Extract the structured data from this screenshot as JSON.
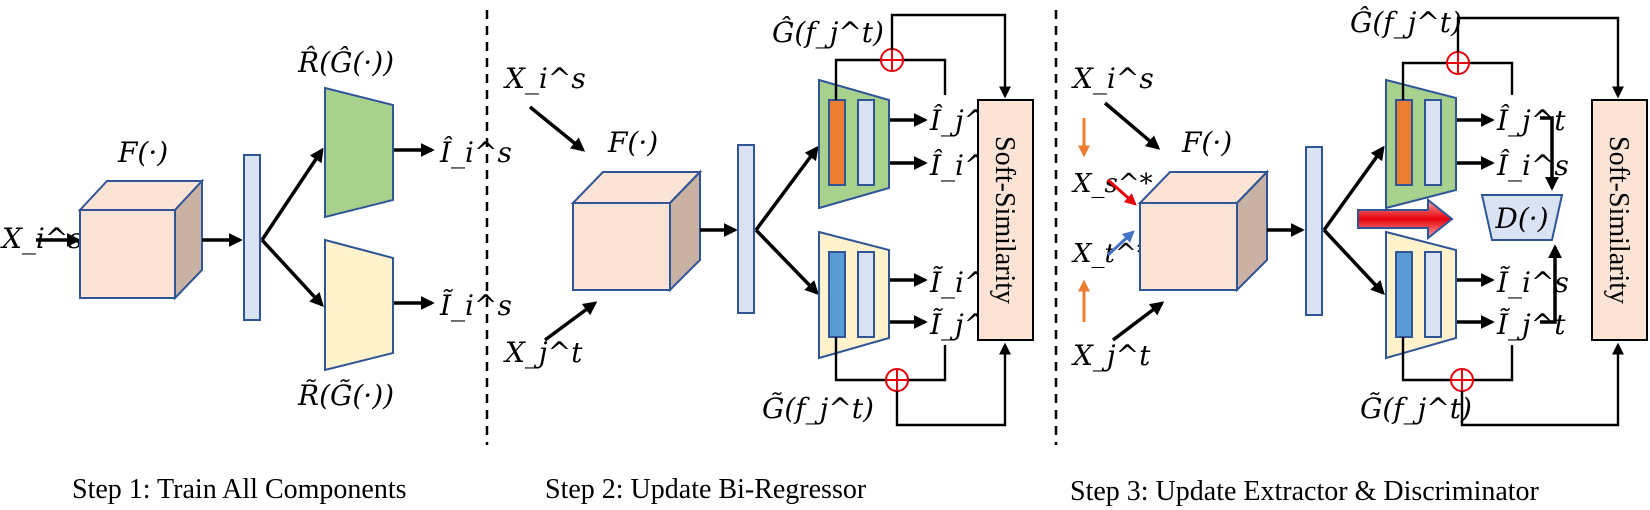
{
  "panels": [
    {
      "id": "step1",
      "input_source": "X_i^s",
      "extractor_label": "F(·)",
      "top_regressor_label": "R̂(Ĝ(·))",
      "bottom_regressor_label": "R̃(G̃(·))",
      "top_output": "Î_i^s",
      "bottom_output": "Ĩ_i^s",
      "caption": "Step 1: Train All Components"
    },
    {
      "id": "step2",
      "input_source": "X_i^s",
      "input_target": "X_j^t",
      "extractor_label": "F(·)",
      "top_feature_label": "Ĝ(f_j^t)",
      "bottom_feature_label": "G̃(f_j^t)",
      "top_outputs": [
        "Î_j^t",
        "Î_i^s"
      ],
      "bottom_outputs": [
        "Ĩ_i^s",
        "Ĩ_j^t"
      ],
      "similarity_label": "Soft-Similarity",
      "caption": "Step 2: Update Bi-Regressor"
    },
    {
      "id": "step3",
      "input_source": "X_i^s",
      "input_source_aug": "X_s^*",
      "input_target_aug": "X_t^*",
      "input_target": "X_j^t",
      "extractor_label": "F(·)",
      "top_feature_label": "Ĝ(f_j^t)",
      "bottom_feature_label": "G̃(f_j^t)",
      "top_outputs": [
        "Î_j^t",
        "Î_i^s"
      ],
      "bottom_outputs": [
        "Ĩ_i^s",
        "Ĩ_j^t"
      ],
      "discriminator_label": "D(·)",
      "similarity_label": "Soft-Similarity",
      "caption": "Step 3: Update Extractor & Discriminator"
    }
  ],
  "colors": {
    "cube_front": "#fbe3d6",
    "cube_side": "#c9b1a4",
    "feature_bar": "#dae3f3",
    "top_regressor": "#a9d18e",
    "bottom_regressor": "#fff2cc",
    "source_block": "#ed7d31",
    "target_block": "#5b9bd5",
    "similarity_box": "#fbe3d6",
    "outline": "#2f5597",
    "plus": "#e8000b",
    "orange_arrow": "#ed7d31",
    "red_arrow": "#e8000b",
    "blue_arrow": "#4472c4"
  }
}
